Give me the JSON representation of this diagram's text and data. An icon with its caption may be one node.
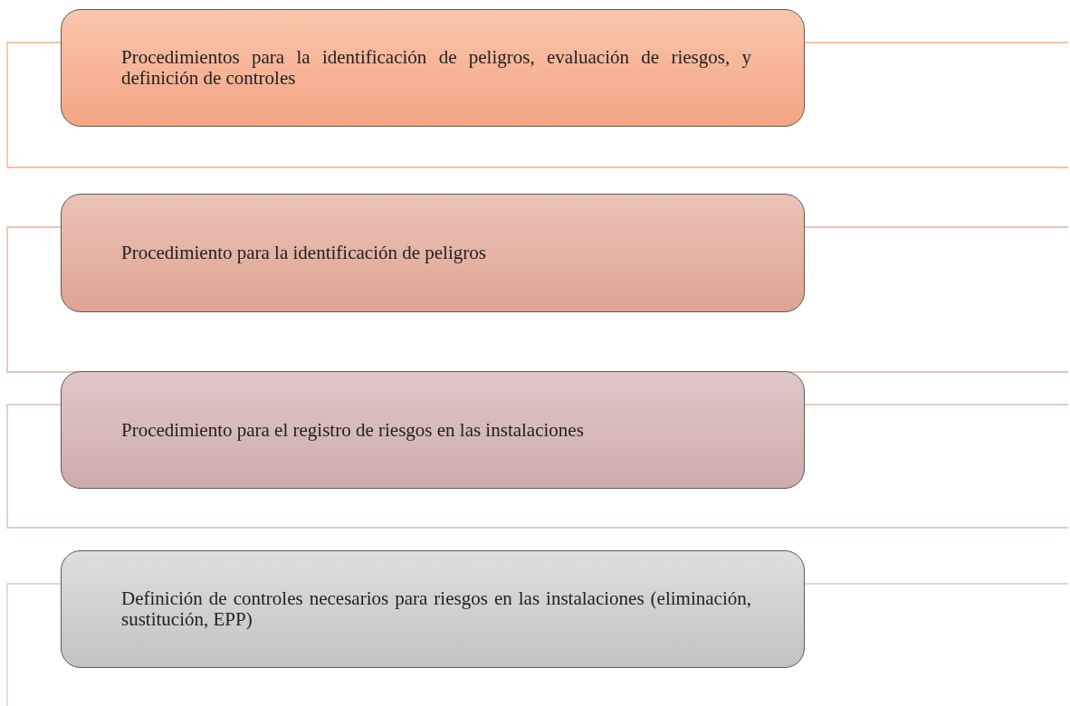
{
  "diagram": {
    "nodes": [
      {
        "text": [
          "Procedimientos para la identificación de peligros, evaluación de riesgos, y definición de controles"
        ]
      },
      {
        "text": [
          "Procedimiento para la identificación de peligros"
        ]
      },
      {
        "text": [
          "Procedimiento para el registro de riesgos en las instalaciones"
        ]
      },
      {
        "text": [
          "Definición de controles necesarios para riesgos en las instalaciones (eliminación, sustitución, EPP)"
        ]
      }
    ],
    "edges": []
  }
}
